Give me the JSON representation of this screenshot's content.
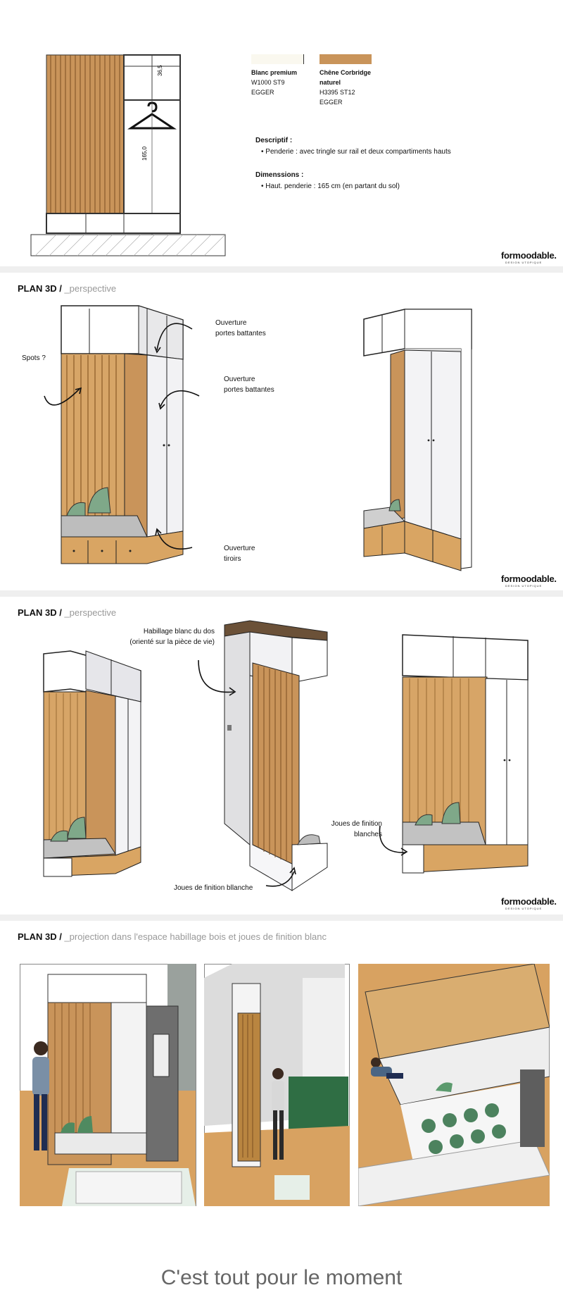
{
  "materials": [
    {
      "name_line1": "Blanc premium",
      "name_line2": "",
      "ref": "W1000 ST9",
      "brand": "EGGER",
      "color": "#faf8ef"
    },
    {
      "name_line1": "Chêne Corbridge",
      "name_line2": "naturel",
      "ref": "H3395 ST12",
      "brand": "EGGER",
      "color": "#c9945a"
    }
  ],
  "drawing": {
    "dim_top": "36,5",
    "dim_height": "165,0"
  },
  "description": {
    "descriptif_title": "Descriptif :",
    "descriptif_item": "Penderie  : avec tringle sur rail et deux compartiments hauts",
    "dimensions_title": "Dimenssions :",
    "dimensions_item": "Haut. penderie : 165 cm (en partant du sol)"
  },
  "brand": {
    "logo": "formoodable.",
    "tagline": "DESIGN UTOPIQUE"
  },
  "plan1": {
    "title_bold": "PLAN 3D /",
    "title_sub": " _perspective",
    "annotations": {
      "spots": "Spots ?",
      "doors1_l1": "Ouverture",
      "doors1_l2": "portes battantes",
      "doors2_l1": "Ouverture",
      "doors2_l2": "portes battantes",
      "drawers_l1": "Ouverture",
      "drawers_l2": "tiroirs"
    }
  },
  "plan2": {
    "title_bold": "PLAN 3D /",
    "title_sub": " _perspective",
    "annotations": {
      "back_l1": "Habillage blanc du dos",
      "back_l2": "(orienté sur la pièce de vie)",
      "joues_l1": "Joues de finition",
      "joues_l2": "blanches",
      "joues_bottom": "Joues de finition bllanche"
    }
  },
  "plan3": {
    "title_bold": "PLAN 3D /",
    "title_sub": " _projection dans l'espace habillage bois et joues de finition blanc"
  },
  "closing": "C'est tout pour le moment",
  "colors": {
    "oak": "#c9945a",
    "oak_dark": "#8a5a2a",
    "white_panel": "#f4f4f4",
    "green": "#2f6e44",
    "separator": "#efefef"
  }
}
